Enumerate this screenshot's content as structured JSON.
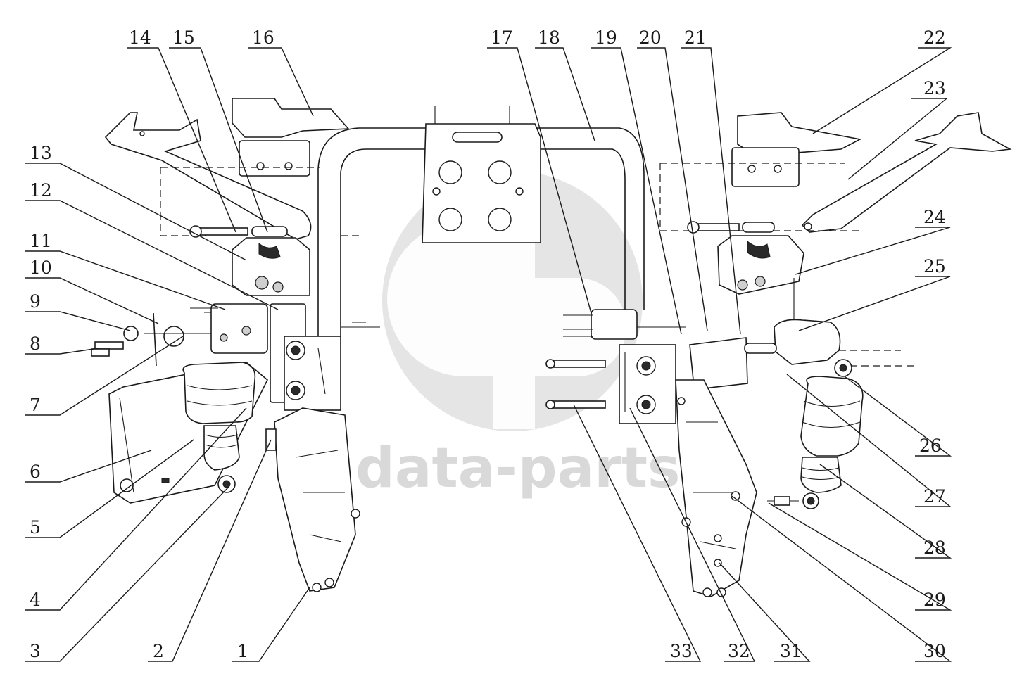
{
  "watermark": {
    "brand": "data-parts",
    "color": "#d6d6d6"
  },
  "callouts": [
    {
      "id": "1",
      "label": "1"
    },
    {
      "id": "2",
      "label": "2"
    },
    {
      "id": "3",
      "label": "3"
    },
    {
      "id": "4",
      "label": "4"
    },
    {
      "id": "5",
      "label": "5"
    },
    {
      "id": "6",
      "label": "6"
    },
    {
      "id": "7",
      "label": "7"
    },
    {
      "id": "8",
      "label": "8"
    },
    {
      "id": "9",
      "label": "9"
    },
    {
      "id": "10",
      "label": "10"
    },
    {
      "id": "11",
      "label": "11"
    },
    {
      "id": "12",
      "label": "12"
    },
    {
      "id": "13",
      "label": "13"
    },
    {
      "id": "14",
      "label": "14"
    },
    {
      "id": "15",
      "label": "15"
    },
    {
      "id": "16",
      "label": "16"
    },
    {
      "id": "17",
      "label": "17"
    },
    {
      "id": "18",
      "label": "18"
    },
    {
      "id": "19",
      "label": "19"
    },
    {
      "id": "20",
      "label": "20"
    },
    {
      "id": "21",
      "label": "21"
    },
    {
      "id": "22",
      "label": "22"
    },
    {
      "id": "23",
      "label": "23"
    },
    {
      "id": "24",
      "label": "24"
    },
    {
      "id": "25",
      "label": "25"
    },
    {
      "id": "26",
      "label": "26"
    },
    {
      "id": "27",
      "label": "27"
    },
    {
      "id": "28",
      "label": "28"
    },
    {
      "id": "29",
      "label": "29"
    },
    {
      "id": "30",
      "label": "30"
    },
    {
      "id": "31",
      "label": "31"
    },
    {
      "id": "32",
      "label": "32"
    },
    {
      "id": "33",
      "label": "33"
    }
  ]
}
